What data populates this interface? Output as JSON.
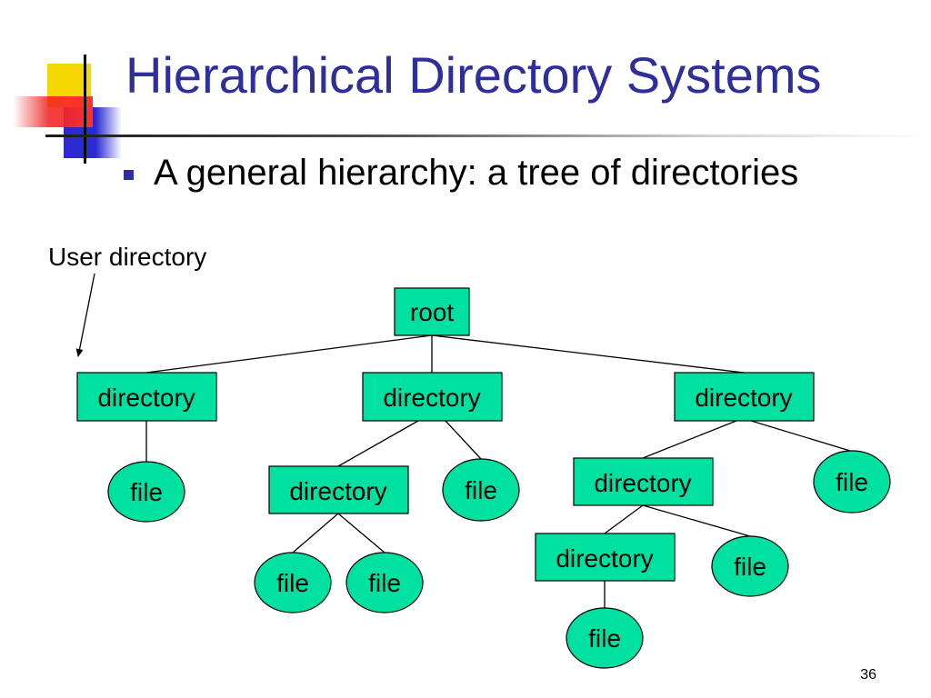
{
  "slide": {
    "title": "Hierarchical Directory Systems",
    "bullet": "A general hierarchy: a tree of directories",
    "annotation_label": "User directory",
    "page_number": "36"
  },
  "colors": {
    "title": "#2e2e9c",
    "node_fill": "#00e0a0",
    "node_stroke": "#000000"
  },
  "tree": {
    "root": "root",
    "node_labels": {
      "dir_a": "directory",
      "dir_b": "directory",
      "dir_c": "directory",
      "dir_b1": "directory",
      "dir_c1": "directory",
      "dir_c1a": "directory",
      "file_a1": "file",
      "file_b2": "file",
      "file_b1a": "file",
      "file_b1b": "file",
      "file_c2": "file",
      "file_c1b": "file",
      "file_c1a1": "file"
    }
  }
}
